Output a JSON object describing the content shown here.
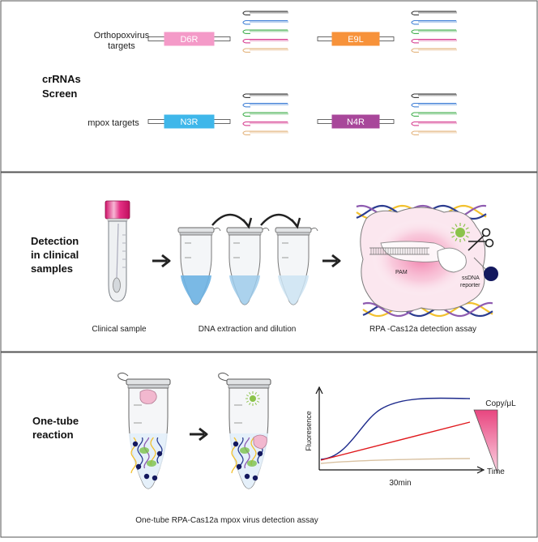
{
  "panel1": {
    "heading_line1": "crRNAs",
    "heading_line2": "Screen",
    "orthopox_line1": "Orthopoxvirus",
    "orthopox_line2": "targets",
    "mpox_label": "mpox targets",
    "genes": [
      {
        "name": "D6R",
        "color": "#f49ac8"
      },
      {
        "name": "E9L",
        "color": "#f7923a"
      },
      {
        "name": "N3R",
        "color": "#3fb7ea"
      },
      {
        "name": "N4R",
        "color": "#a8479a"
      }
    ],
    "crrna_colors": [
      "#333333",
      "#3f7fd6",
      "#3fae4b",
      "#d63a8e",
      "#e3b27a"
    ]
  },
  "panel2": {
    "heading_line1": "Detection",
    "heading_line2": "in clinical",
    "heading_line3": "samples",
    "clinical_label": "Clinical sample",
    "extraction_label": "DNA extraction and dilution",
    "assay_label": "RPA -Cas12a detection assay",
    "pam_label": "PAM",
    "reporter_line1": "ssDNA",
    "reporter_line2": "reporter"
  },
  "panel3": {
    "heading_line1": "One-tube",
    "heading_line2": "reaction",
    "y_axis_label": "Fluoresence",
    "x_axis_label": "Time",
    "time_label": "30min",
    "copy_label": "Copy/μL",
    "caption": "One-tube RPA-Cas12a mpox virus detection assay"
  }
}
